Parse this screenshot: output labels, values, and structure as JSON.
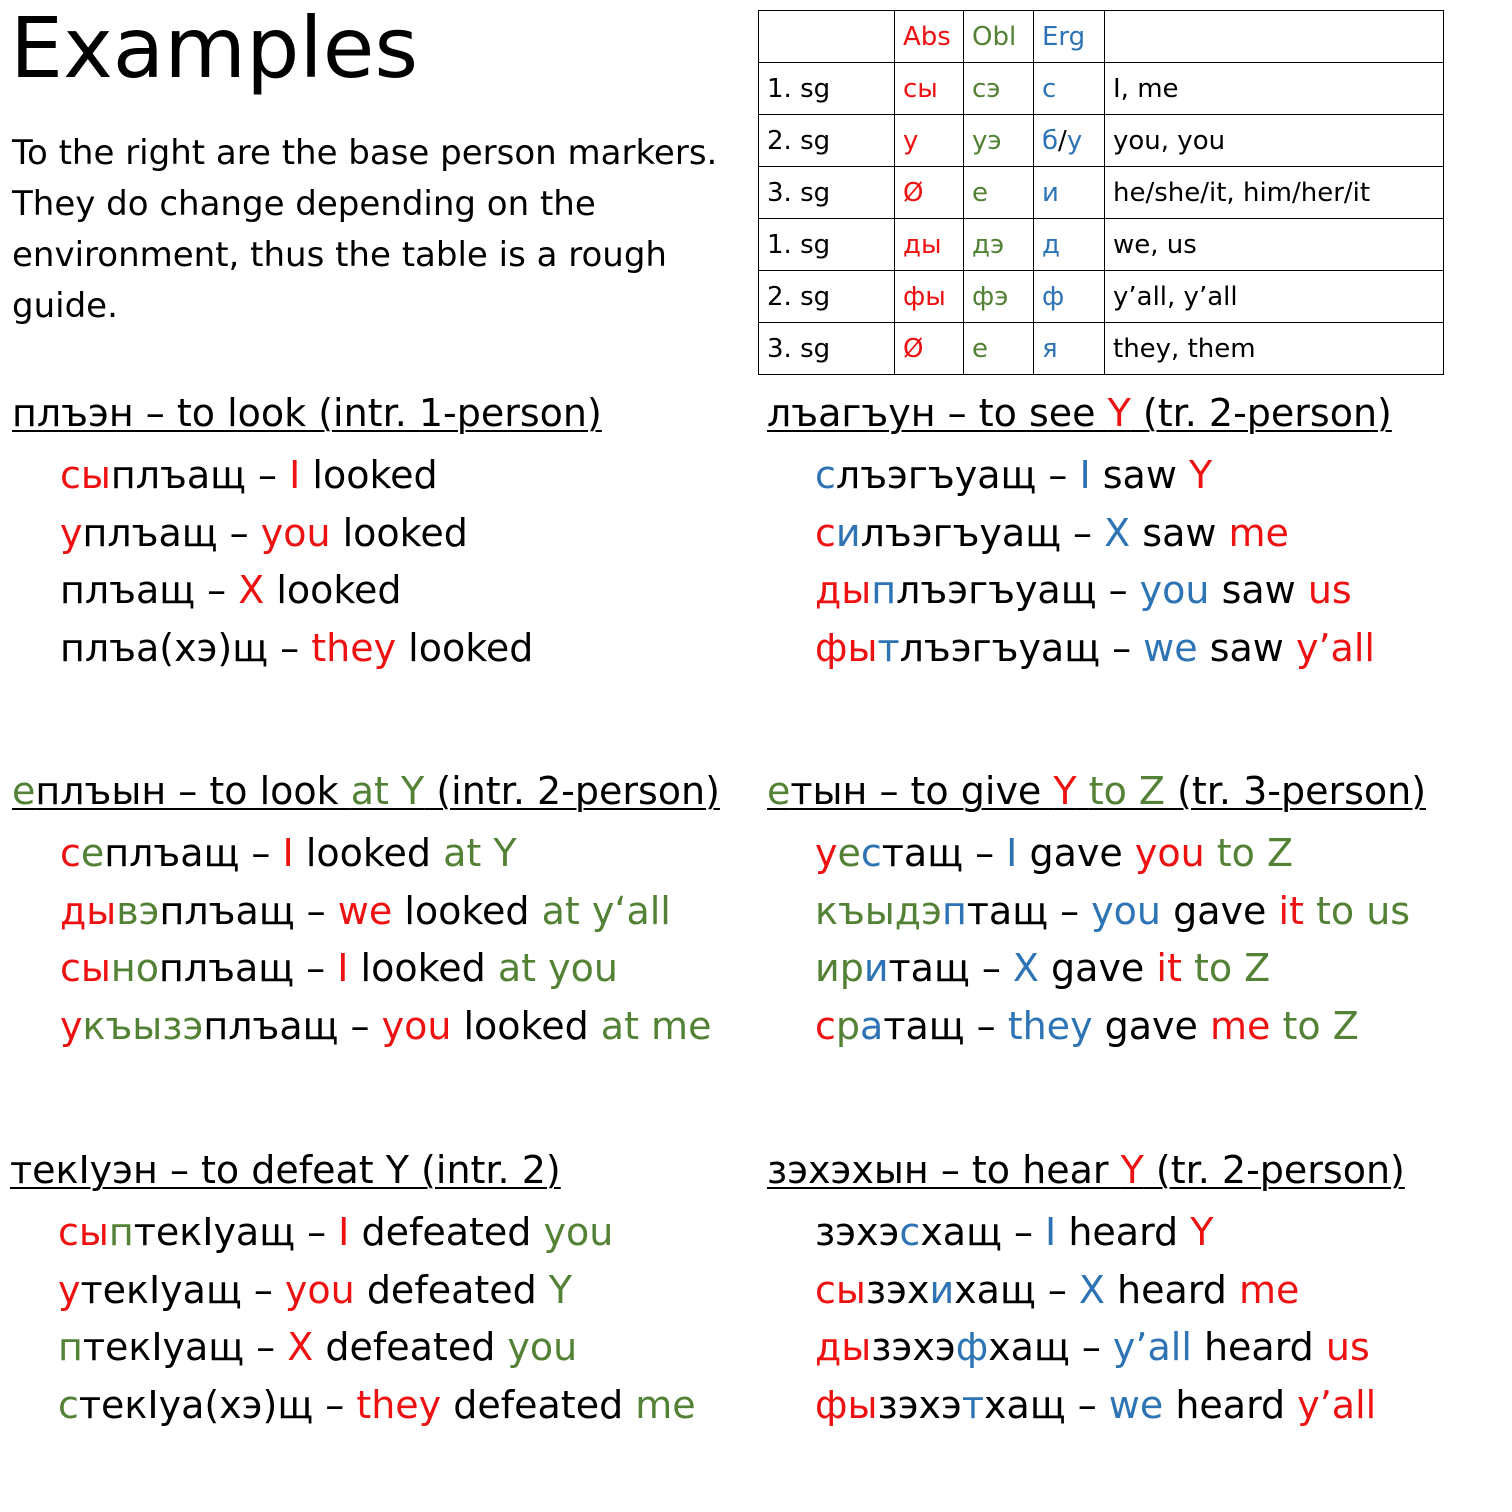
{
  "title": "Examples",
  "intro": [
    "To the right are the base person markers.",
    "They do change depending on the",
    "environment, thus the table is a rough",
    "guide."
  ],
  "colors": {
    "absolutive_red": "#ee1111",
    "oblique_green": "#538135",
    "ergative_blue": "#2e74b5",
    "text": "#000000"
  },
  "table": {
    "header": [
      {
        "t": "",
        "c": "k"
      },
      {
        "t": "Abs",
        "c": "r"
      },
      {
        "t": "Obl",
        "c": "g"
      },
      {
        "t": "Erg",
        "c": "b"
      },
      {
        "t": "",
        "c": "k"
      }
    ],
    "rows": [
      [
        [
          {
            "t": "1. sg",
            "c": "k"
          }
        ],
        [
          {
            "t": "сы",
            "c": "r"
          }
        ],
        [
          {
            "t": "сэ",
            "c": "g"
          }
        ],
        [
          {
            "t": "с",
            "c": "b"
          }
        ],
        [
          {
            "t": "I, me",
            "c": "k"
          }
        ]
      ],
      [
        [
          {
            "t": "2. sg",
            "c": "k"
          }
        ],
        [
          {
            "t": "у",
            "c": "r"
          }
        ],
        [
          {
            "t": "уэ",
            "c": "g"
          }
        ],
        [
          {
            "t": "б",
            "c": "b"
          },
          {
            "t": "/",
            "c": "k"
          },
          {
            "t": "у",
            "c": "b"
          }
        ],
        [
          {
            "t": "you, you",
            "c": "k"
          }
        ]
      ],
      [
        [
          {
            "t": "3. sg",
            "c": "k"
          }
        ],
        [
          {
            "t": "Ø",
            "c": "r"
          }
        ],
        [
          {
            "t": "е",
            "c": "g"
          }
        ],
        [
          {
            "t": "и",
            "c": "b"
          }
        ],
        [
          {
            "t": "he/she/it, him/her/it",
            "c": "k"
          }
        ]
      ],
      [
        [
          {
            "t": "1. sg",
            "c": "k"
          }
        ],
        [
          {
            "t": "ды",
            "c": "r"
          }
        ],
        [
          {
            "t": "дэ",
            "c": "g"
          }
        ],
        [
          {
            "t": "д",
            "c": "b"
          }
        ],
        [
          {
            "t": "we, us",
            "c": "k"
          }
        ]
      ],
      [
        [
          {
            "t": "2. sg",
            "c": "k"
          }
        ],
        [
          {
            "t": "фы",
            "c": "r"
          }
        ],
        [
          {
            "t": "фэ",
            "c": "g"
          }
        ],
        [
          {
            "t": "ф",
            "c": "b"
          }
        ],
        [
          {
            "t": "y’all, y’all",
            "c": "k"
          }
        ]
      ],
      [
        [
          {
            "t": "3. sg",
            "c": "k"
          }
        ],
        [
          {
            "t": "Ø",
            "c": "r"
          }
        ],
        [
          {
            "t": "е",
            "c": "g"
          }
        ],
        [
          {
            "t": "я",
            "c": "b"
          }
        ],
        [
          {
            "t": "they, them",
            "c": "k"
          }
        ]
      ]
    ]
  },
  "sections": [
    {
      "id": "pleen",
      "heading": [
        {
          "t": "плъэн – to look  (intr. 1-person)",
          "c": "k"
        }
      ],
      "examples": [
        [
          {
            "t": "сы",
            "c": "r"
          },
          {
            "t": "плъащ – ",
            "c": "k"
          },
          {
            "t": "I",
            "c": "r"
          },
          {
            "t": " looked",
            "c": "k"
          }
        ],
        [
          {
            "t": "у",
            "c": "r"
          },
          {
            "t": "плъащ – ",
            "c": "k"
          },
          {
            "t": "you",
            "c": "r"
          },
          {
            "t": " looked",
            "c": "k"
          }
        ],
        [
          {
            "t": "плъащ – ",
            "c": "k"
          },
          {
            "t": "X",
            "c": "r"
          },
          {
            "t": " looked",
            "c": "k"
          }
        ],
        [
          {
            "t": "плъа(хэ)щ – ",
            "c": "k"
          },
          {
            "t": "they",
            "c": "r"
          },
          {
            "t": " looked",
            "c": "k"
          }
        ]
      ]
    },
    {
      "id": "lhagun",
      "heading": [
        {
          "t": "лъагъун – to see ",
          "c": "k"
        },
        {
          "t": "Y",
          "c": "r"
        },
        {
          "t": "  (tr. 2-person)",
          "c": "k"
        }
      ],
      "examples": [
        [
          {
            "t": "с",
            "c": "b"
          },
          {
            "t": "лъэгъуащ – ",
            "c": "k"
          },
          {
            "t": "I",
            "c": "b"
          },
          {
            "t": " saw ",
            "c": "k"
          },
          {
            "t": "Y",
            "c": "r"
          }
        ],
        [
          {
            "t": "с",
            "c": "r"
          },
          {
            "t": "и",
            "c": "b"
          },
          {
            "t": "лъэгъуащ – ",
            "c": "k"
          },
          {
            "t": "X",
            "c": "b"
          },
          {
            "t": " saw ",
            "c": "k"
          },
          {
            "t": "me",
            "c": "r"
          }
        ],
        [
          {
            "t": "ды",
            "c": "r"
          },
          {
            "t": "п",
            "c": "b"
          },
          {
            "t": "лъэгъуащ – ",
            "c": "k"
          },
          {
            "t": "you",
            "c": "b"
          },
          {
            "t": " saw ",
            "c": "k"
          },
          {
            "t": "us",
            "c": "r"
          }
        ],
        [
          {
            "t": "фы",
            "c": "r"
          },
          {
            "t": "т",
            "c": "b"
          },
          {
            "t": "лъэгъуащ – ",
            "c": "k"
          },
          {
            "t": "we",
            "c": "b"
          },
          {
            "t": " saw ",
            "c": "k"
          },
          {
            "t": "y’all",
            "c": "r"
          }
        ]
      ]
    },
    {
      "id": "epleyn",
      "heading": [
        {
          "t": "е",
          "c": "g"
        },
        {
          "t": "плъын – to look ",
          "c": "k"
        },
        {
          "t": "at Y",
          "c": "g"
        },
        {
          "t": " (intr. 2-person)",
          "c": "k"
        }
      ],
      "examples": [
        [
          {
            "t": "с",
            "c": "r"
          },
          {
            "t": "е",
            "c": "g"
          },
          {
            "t": "плъащ – ",
            "c": "k"
          },
          {
            "t": "I",
            "c": "r"
          },
          {
            "t": " looked ",
            "c": "k"
          },
          {
            "t": "at Y",
            "c": "g"
          }
        ],
        [
          {
            "t": "ды",
            "c": "r"
          },
          {
            "t": "вэ",
            "c": "g"
          },
          {
            "t": "плъащ – ",
            "c": "k"
          },
          {
            "t": "we",
            "c": "r"
          },
          {
            "t": " looked ",
            "c": "k"
          },
          {
            "t": "at y‘all",
            "c": "g"
          }
        ],
        [
          {
            "t": "сы",
            "c": "r"
          },
          {
            "t": "но",
            "c": "g"
          },
          {
            "t": "плъащ – ",
            "c": "k"
          },
          {
            "t": "I",
            "c": "r"
          },
          {
            "t": " looked ",
            "c": "k"
          },
          {
            "t": "at you",
            "c": "g"
          }
        ],
        [
          {
            "t": "у",
            "c": "r"
          },
          {
            "t": "къызэ",
            "c": "g"
          },
          {
            "t": "плъащ – ",
            "c": "k"
          },
          {
            "t": "you",
            "c": "r"
          },
          {
            "t": " looked ",
            "c": "k"
          },
          {
            "t": "at me",
            "c": "g"
          }
        ]
      ]
    },
    {
      "id": "etyn",
      "heading": [
        {
          "t": "е",
          "c": "g"
        },
        {
          "t": "тын – to give ",
          "c": "k"
        },
        {
          "t": "Y",
          "c": "r"
        },
        {
          "t": " ",
          "c": "k"
        },
        {
          "t": "to Z",
          "c": "g"
        },
        {
          "t": "  (tr. 3-person)",
          "c": "k"
        }
      ],
      "examples": [
        [
          {
            "t": "у",
            "c": "r"
          },
          {
            "t": "е",
            "c": "g"
          },
          {
            "t": "с",
            "c": "b"
          },
          {
            "t": "тащ – ",
            "c": "k"
          },
          {
            "t": "I",
            "c": "b"
          },
          {
            "t": " gave ",
            "c": "k"
          },
          {
            "t": "you",
            "c": "r"
          },
          {
            "t": " ",
            "c": "k"
          },
          {
            "t": "to Z",
            "c": "g"
          }
        ],
        [
          {
            "t": "къыдэ",
            "c": "g"
          },
          {
            "t": "п",
            "c": "b"
          },
          {
            "t": "тащ – ",
            "c": "k"
          },
          {
            "t": "you",
            "c": "b"
          },
          {
            "t": " gave ",
            "c": "k"
          },
          {
            "t": "it",
            "c": "r"
          },
          {
            "t": " ",
            "c": "k"
          },
          {
            "t": "to us",
            "c": "g"
          }
        ],
        [
          {
            "t": "ир",
            "c": "g"
          },
          {
            "t": "и",
            "c": "b"
          },
          {
            "t": "тащ – ",
            "c": "k"
          },
          {
            "t": "X",
            "c": "b"
          },
          {
            "t": " gave ",
            "c": "k"
          },
          {
            "t": "it",
            "c": "r"
          },
          {
            "t": " ",
            "c": "k"
          },
          {
            "t": "to Z",
            "c": "g"
          }
        ],
        [
          {
            "t": "с",
            "c": "r"
          },
          {
            "t": "р",
            "c": "g"
          },
          {
            "t": "а",
            "c": "b"
          },
          {
            "t": "тащ – ",
            "c": "k"
          },
          {
            "t": "they",
            "c": "b"
          },
          {
            "t": " gave ",
            "c": "k"
          },
          {
            "t": "me",
            "c": "r"
          },
          {
            "t": " ",
            "c": "k"
          },
          {
            "t": "to Z",
            "c": "g"
          }
        ]
      ]
    },
    {
      "id": "tekluen",
      "heading": [
        {
          "t": "текIуэн – to defeat Y  (intr. 2)",
          "c": "k"
        }
      ],
      "examples": [
        [
          {
            "t": "сы",
            "c": "r"
          },
          {
            "t": "п",
            "c": "g"
          },
          {
            "t": "текIуащ – ",
            "c": "k"
          },
          {
            "t": "I",
            "c": "r"
          },
          {
            "t": " defeated ",
            "c": "k"
          },
          {
            "t": "you",
            "c": "g"
          }
        ],
        [
          {
            "t": "у",
            "c": "r"
          },
          {
            "t": "текIуащ – ",
            "c": "k"
          },
          {
            "t": "you",
            "c": "r"
          },
          {
            "t": " defeated ",
            "c": "k"
          },
          {
            "t": "Y",
            "c": "g"
          }
        ],
        [
          {
            "t": "п",
            "c": "g"
          },
          {
            "t": "текIуащ – ",
            "c": "k"
          },
          {
            "t": "X",
            "c": "r"
          },
          {
            "t": " defeated ",
            "c": "k"
          },
          {
            "t": "you",
            "c": "g"
          }
        ],
        [
          {
            "t": "с",
            "c": "g"
          },
          {
            "t": "текIуа(хэ)щ – ",
            "c": "k"
          },
          {
            "t": "they",
            "c": "r"
          },
          {
            "t": " defeated ",
            "c": "k"
          },
          {
            "t": "me",
            "c": "g"
          }
        ]
      ]
    },
    {
      "id": "zekhekhyn",
      "heading": [
        {
          "t": "зэхэхын – to hear ",
          "c": "k"
        },
        {
          "t": "Y",
          "c": "r"
        },
        {
          "t": "  (tr. 2-person)",
          "c": "k"
        }
      ],
      "examples": [
        [
          {
            "t": "зэхэ",
            "c": "k"
          },
          {
            "t": "с",
            "c": "b"
          },
          {
            "t": "хащ – ",
            "c": "k"
          },
          {
            "t": "I",
            "c": "b"
          },
          {
            "t": " heard ",
            "c": "k"
          },
          {
            "t": "Y",
            "c": "r"
          }
        ],
        [
          {
            "t": "сы",
            "c": "r"
          },
          {
            "t": "зэх",
            "c": "k"
          },
          {
            "t": "и",
            "c": "b"
          },
          {
            "t": "хащ – ",
            "c": "k"
          },
          {
            "t": "X",
            "c": "b"
          },
          {
            "t": " heard ",
            "c": "k"
          },
          {
            "t": "me",
            "c": "r"
          }
        ],
        [
          {
            "t": "ды",
            "c": "r"
          },
          {
            "t": "зэхэ",
            "c": "k"
          },
          {
            "t": "ф",
            "c": "b"
          },
          {
            "t": "хащ – ",
            "c": "k"
          },
          {
            "t": "y’all",
            "c": "b"
          },
          {
            "t": " heard ",
            "c": "k"
          },
          {
            "t": "us",
            "c": "r"
          }
        ],
        [
          {
            "t": "фы",
            "c": "r"
          },
          {
            "t": "зэхэ",
            "c": "k"
          },
          {
            "t": "т",
            "c": "b"
          },
          {
            "t": "хащ – ",
            "c": "k"
          },
          {
            "t": "we",
            "c": "b"
          },
          {
            "t": " heard ",
            "c": "k"
          },
          {
            "t": "y’all",
            "c": "r"
          }
        ]
      ]
    }
  ]
}
